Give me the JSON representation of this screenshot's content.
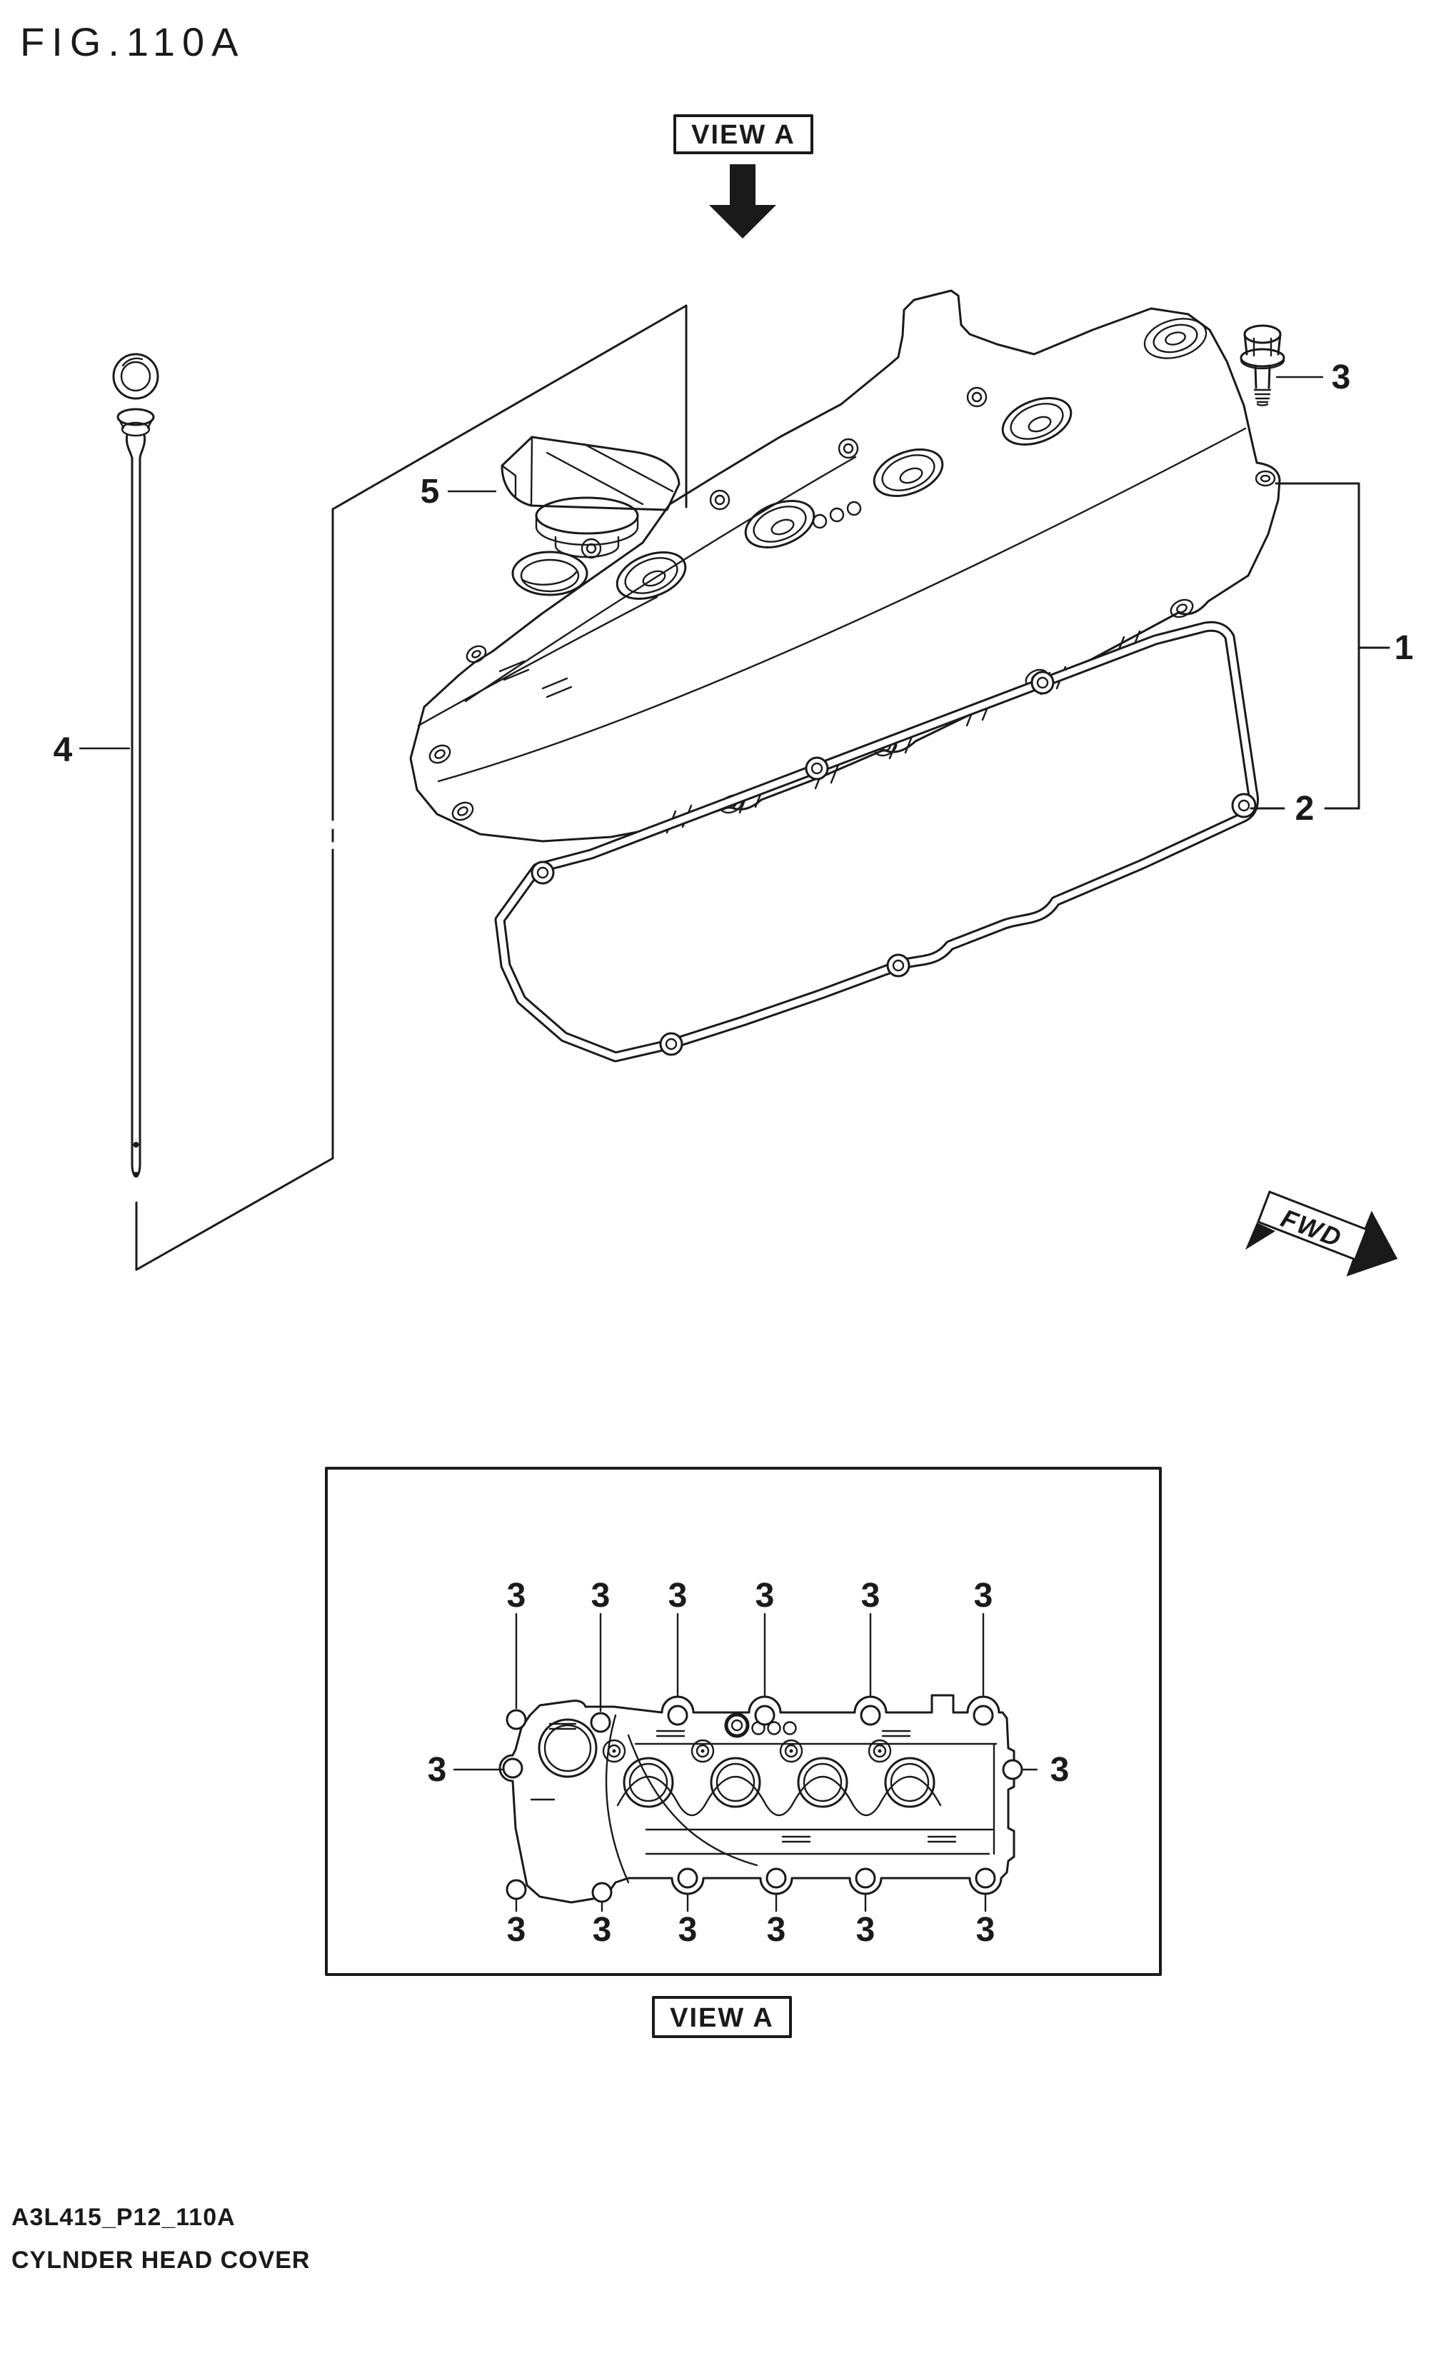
{
  "colors": {
    "ink": "#1a1a1a",
    "bg": "#ffffff"
  },
  "header": {
    "figure_title": "FIG.110A"
  },
  "view_marker": {
    "top_label": "VIEW A",
    "bottom_label": "VIEW A"
  },
  "fwd_marker": {
    "label": "FWD"
  },
  "parts": {
    "callout_1": "1",
    "callout_2": "2",
    "callout_3": "3",
    "callout_4": "4",
    "callout_5": "5"
  },
  "bottom_view": {
    "bolt_ref": "3"
  },
  "footer": {
    "code": "A3L415_P12_110A",
    "caption": "CYLNDER HEAD COVER"
  }
}
